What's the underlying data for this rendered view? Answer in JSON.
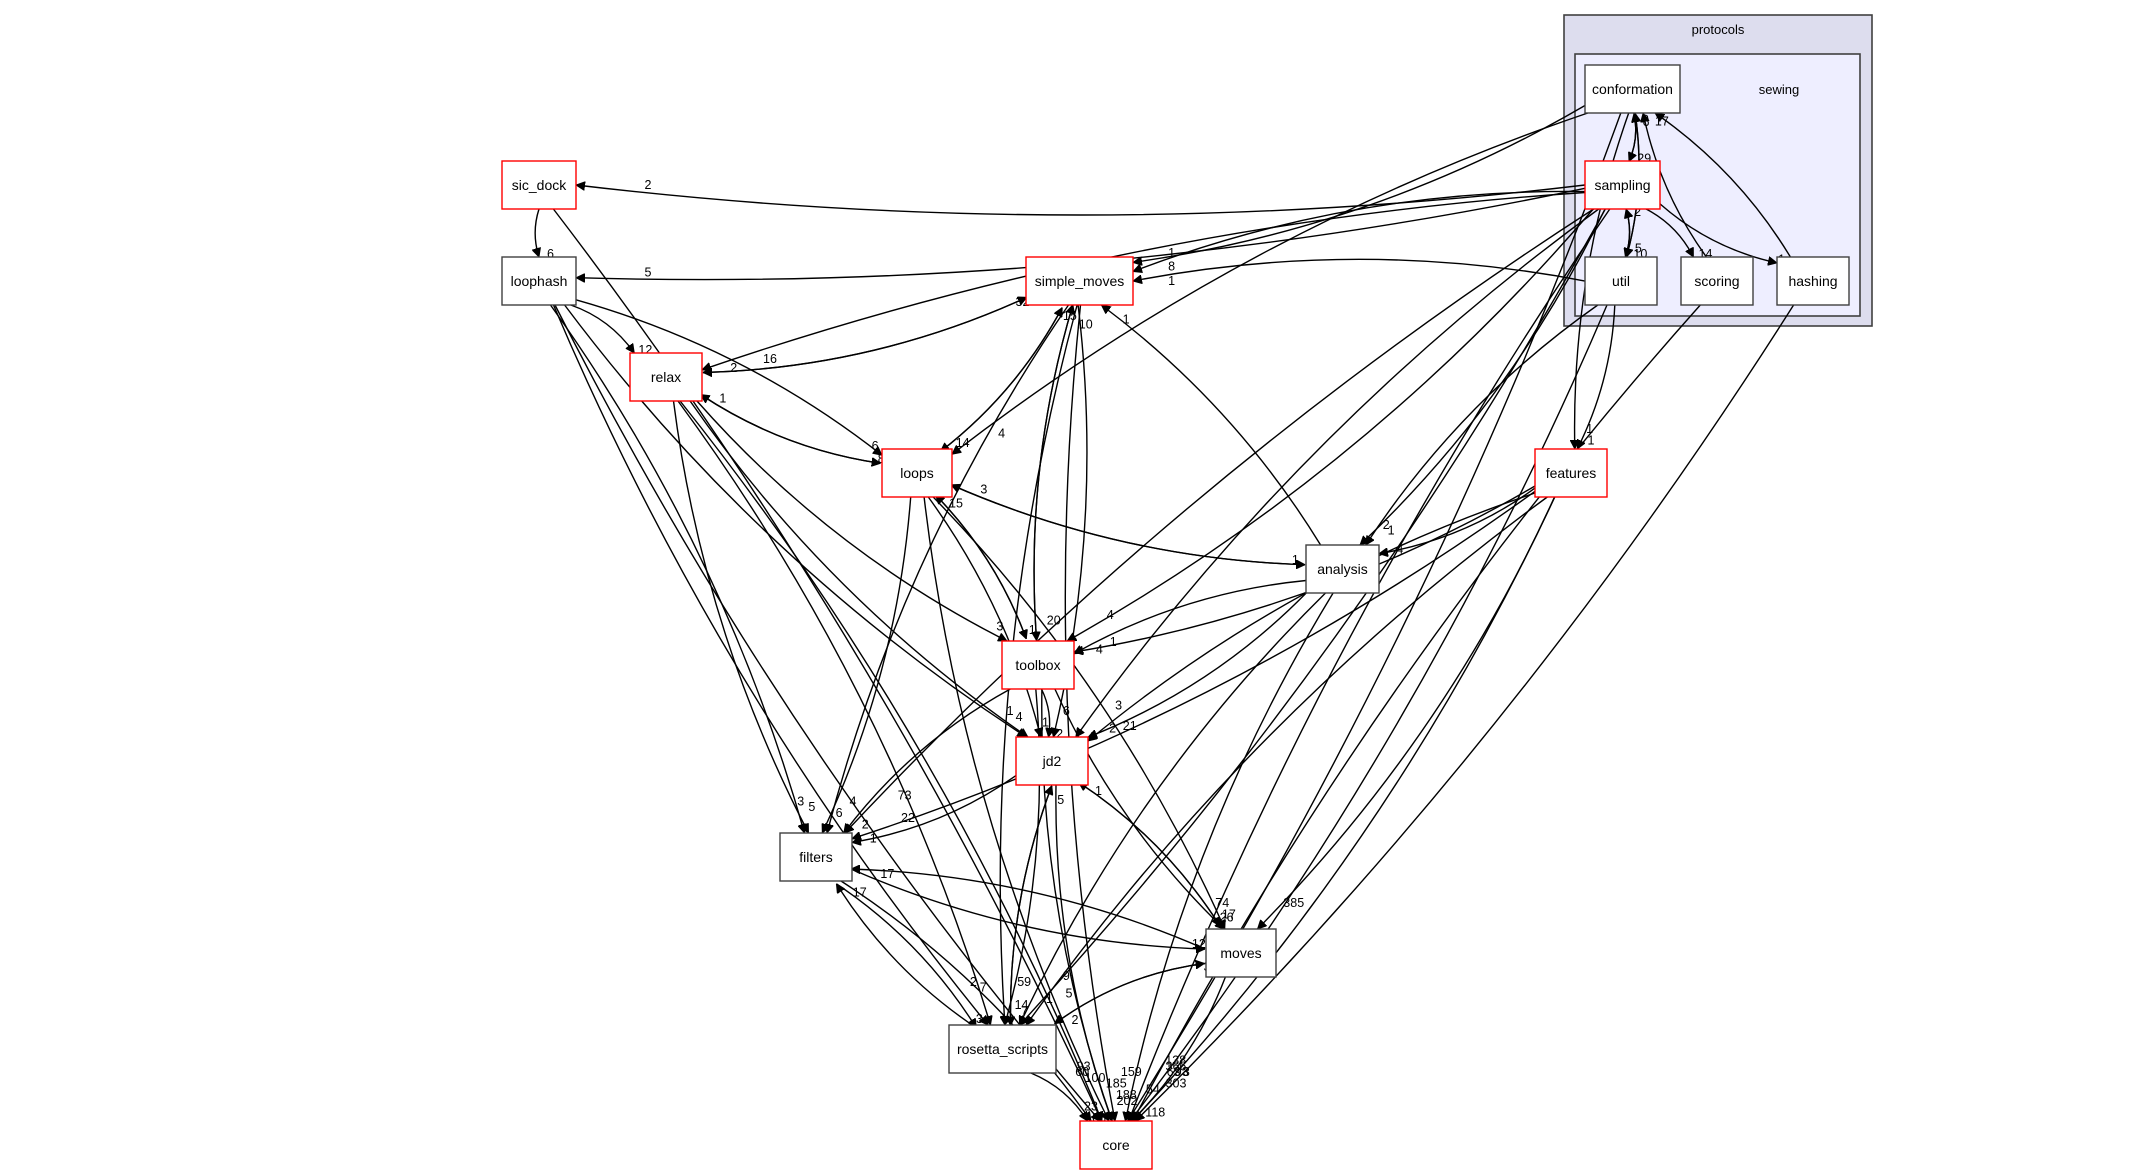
{
  "diagram": {
    "type": "directory-dependency-graph",
    "clusters": [
      {
        "id": "protocols",
        "label": "protocols"
      },
      {
        "id": "sewing",
        "label": "sewing",
        "parent": "protocols"
      }
    ],
    "nodes": [
      {
        "id": "conformation",
        "label": "conformation",
        "style": "plain",
        "cluster": "sewing"
      },
      {
        "id": "sampling",
        "label": "sampling",
        "style": "red",
        "cluster": "sewing"
      },
      {
        "id": "util",
        "label": "util",
        "style": "plain",
        "cluster": "sewing"
      },
      {
        "id": "scoring",
        "label": "scoring",
        "style": "plain",
        "cluster": "sewing"
      },
      {
        "id": "hashing",
        "label": "hashing",
        "style": "plain",
        "cluster": "sewing"
      },
      {
        "id": "sic_dock",
        "label": "sic_dock",
        "style": "red"
      },
      {
        "id": "loophash",
        "label": "loophash",
        "style": "plain"
      },
      {
        "id": "simple_moves",
        "label": "simple_moves",
        "style": "red"
      },
      {
        "id": "relax",
        "label": "relax",
        "style": "red"
      },
      {
        "id": "loops",
        "label": "loops",
        "style": "red"
      },
      {
        "id": "features",
        "label": "features",
        "style": "red"
      },
      {
        "id": "analysis",
        "label": "analysis",
        "style": "plain"
      },
      {
        "id": "toolbox",
        "label": "toolbox",
        "style": "red"
      },
      {
        "id": "jd2",
        "label": "jd2",
        "style": "red"
      },
      {
        "id": "filters",
        "label": "filters",
        "style": "plain"
      },
      {
        "id": "moves",
        "label": "moves",
        "style": "plain"
      },
      {
        "id": "rosetta_scripts",
        "label": "rosetta_scripts",
        "style": "plain"
      },
      {
        "id": "core",
        "label": "core",
        "style": "red"
      }
    ],
    "edges": [
      {
        "from": "conformation",
        "to": "sampling",
        "label": "29"
      },
      {
        "from": "sampling",
        "to": "conformation",
        "label": "5"
      },
      {
        "from": "conformation",
        "to": "util",
        "label": "5"
      },
      {
        "from": "util",
        "to": "conformation",
        "label": "6"
      },
      {
        "from": "scoring",
        "to": "conformation",
        "label": "17"
      },
      {
        "from": "hashing",
        "to": "conformation",
        "label": ""
      },
      {
        "from": "sampling",
        "to": "util",
        "label": "10"
      },
      {
        "from": "util",
        "to": "sampling",
        "label": "2"
      },
      {
        "from": "sampling",
        "to": "scoring",
        "label": "14"
      },
      {
        "from": "sampling",
        "to": "hashing",
        "label": "1"
      },
      {
        "from": "sampling",
        "to": "sic_dock",
        "label": "2"
      },
      {
        "from": "sic_dock",
        "to": "loophash",
        "label": "6"
      },
      {
        "from": "sampling",
        "to": "loophash",
        "label": "5"
      },
      {
        "from": "sampling",
        "to": "simple_moves",
        "label": "8"
      },
      {
        "from": "conformation",
        "to": "simple_moves",
        "label": "1"
      },
      {
        "from": "util",
        "to": "simple_moves",
        "label": "1"
      },
      {
        "from": "loophash",
        "to": "relax",
        "label": "12"
      },
      {
        "from": "sampling",
        "to": "relax",
        "label": "16"
      },
      {
        "from": "simple_moves",
        "to": "relax",
        "label": "2"
      },
      {
        "from": "relax",
        "to": "simple_moves",
        "label": "32"
      },
      {
        "from": "loops",
        "to": "relax",
        "label": "1"
      },
      {
        "from": "relax",
        "to": "loops",
        "label": "8"
      },
      {
        "from": "loophash",
        "to": "loops",
        "label": "6"
      },
      {
        "from": "conformation",
        "to": "loops",
        "label": "4"
      },
      {
        "from": "simple_moves",
        "to": "loops",
        "label": "14"
      },
      {
        "from": "loops",
        "to": "simple_moves",
        "label": "15"
      },
      {
        "from": "analysis",
        "to": "loops",
        "label": "3"
      },
      {
        "from": "loops",
        "to": "analysis",
        "label": "1"
      },
      {
        "from": "sampling",
        "to": "analysis",
        "label": "2"
      },
      {
        "from": "util",
        "to": "analysis",
        "label": "1"
      },
      {
        "from": "features",
        "to": "analysis",
        "label": "4"
      },
      {
        "from": "conformation",
        "to": "features",
        "label": "1"
      },
      {
        "from": "util",
        "to": "features",
        "label": "1"
      },
      {
        "from": "analysis",
        "to": "simple_moves",
        "label": "1"
      },
      {
        "from": "toolbox",
        "to": "simple_moves",
        "label": "10"
      },
      {
        "from": "relax",
        "to": "toolbox",
        "label": "3"
      },
      {
        "from": "loops",
        "to": "toolbox",
        "label": "1"
      },
      {
        "from": "simple_moves",
        "to": "toolbox",
        "label": "20"
      },
      {
        "from": "sampling",
        "to": "toolbox",
        "label": "4"
      },
      {
        "from": "analysis",
        "to": "toolbox",
        "label": "4"
      },
      {
        "from": "features",
        "to": "toolbox",
        "label": "1"
      },
      {
        "from": "toolbox",
        "to": "loops",
        "label": "15"
      },
      {
        "from": "toolbox",
        "to": "jd2",
        "label": "2"
      },
      {
        "from": "relax",
        "to": "jd2",
        "label": "4"
      },
      {
        "from": "loops",
        "to": "jd2",
        "label": "1"
      },
      {
        "from": "loophash",
        "to": "jd2",
        "label": "1"
      },
      {
        "from": "simple_moves",
        "to": "jd2",
        "label": "6"
      },
      {
        "from": "sampling",
        "to": "jd2",
        "label": "3"
      },
      {
        "from": "analysis",
        "to": "jd2",
        "label": "2"
      },
      {
        "from": "features",
        "to": "jd2",
        "label": "21"
      },
      {
        "from": "jd2",
        "to": "filters",
        "label": "1"
      },
      {
        "from": "relax",
        "to": "filters",
        "label": "5"
      },
      {
        "from": "loophash",
        "to": "filters",
        "label": "3"
      },
      {
        "from": "sampling",
        "to": "filters",
        "label": "73"
      },
      {
        "from": "loops",
        "to": "filters",
        "label": "6"
      },
      {
        "from": "toolbox",
        "to": "filters",
        "label": "2"
      },
      {
        "from": "features",
        "to": "filters",
        "label": "22"
      },
      {
        "from": "moves",
        "to": "filters",
        "label": "17"
      },
      {
        "from": "rosetta_scripts",
        "to": "filters",
        "label": "17"
      },
      {
        "from": "simple_moves",
        "to": "filters",
        "label": "4"
      },
      {
        "from": "jd2",
        "to": "moves",
        "label": "26"
      },
      {
        "from": "toolbox",
        "to": "moves",
        "label": "17"
      },
      {
        "from": "loops",
        "to": "moves",
        "label": "74"
      },
      {
        "from": "filters",
        "to": "moves",
        "label": "12"
      },
      {
        "from": "rosetta_scripts",
        "to": "moves",
        "label": "39"
      },
      {
        "from": "moves",
        "to": "jd2",
        "label": "1"
      },
      {
        "from": "features",
        "to": "moves",
        "label": "385"
      },
      {
        "from": "simple_moves",
        "to": "rosetta_scripts",
        "label": "59"
      },
      {
        "from": "toolbox",
        "to": "rosetta_scripts",
        "label": "14"
      },
      {
        "from": "jd2",
        "to": "rosetta_scripts",
        "label": "7"
      },
      {
        "from": "rosetta_scripts",
        "to": "jd2",
        "label": "5"
      },
      {
        "from": "analysis",
        "to": "rosetta_scripts",
        "label": "1"
      },
      {
        "from": "filters",
        "to": "rosetta_scripts",
        "label": "3"
      },
      {
        "from": "loophash",
        "to": "rosetta_scripts",
        "label": "2"
      },
      {
        "from": "relax",
        "to": "rosetta_scripts",
        "label": "7"
      },
      {
        "from": "moves",
        "to": "rosetta_scripts",
        "label": "2"
      },
      {
        "from": "sampling",
        "to": "rosetta_scripts",
        "label": "9"
      },
      {
        "from": "features",
        "to": "rosetta_scripts",
        "label": "5"
      },
      {
        "from": "rosetta_scripts",
        "to": "core",
        "label": "88"
      },
      {
        "from": "jd2",
        "to": "core",
        "label": "202"
      },
      {
        "from": "moves",
        "to": "core",
        "label": "118"
      },
      {
        "from": "toolbox",
        "to": "core",
        "label": "188"
      },
      {
        "from": "filters",
        "to": "core",
        "label": "23"
      },
      {
        "from": "analysis",
        "to": "core",
        "label": "54"
      },
      {
        "from": "features",
        "to": "core",
        "label": "303"
      },
      {
        "from": "loops",
        "to": "core",
        "label": "185"
      },
      {
        "from": "relax",
        "to": "core",
        "label": "100"
      },
      {
        "from": "loophash",
        "to": "core",
        "label": "60"
      },
      {
        "from": "sic_dock",
        "to": "core",
        "label": "93"
      },
      {
        "from": "simple_moves",
        "to": "core",
        "label": "159"
      },
      {
        "from": "conformation",
        "to": "core",
        "label": "138"
      },
      {
        "from": "sampling",
        "to": "core",
        "label": "366"
      },
      {
        "from": "util",
        "to": "core",
        "label": "63"
      },
      {
        "from": "scoring",
        "to": "core",
        "label": "93"
      },
      {
        "from": "hashing",
        "to": "core",
        "label": "3"
      }
    ]
  }
}
